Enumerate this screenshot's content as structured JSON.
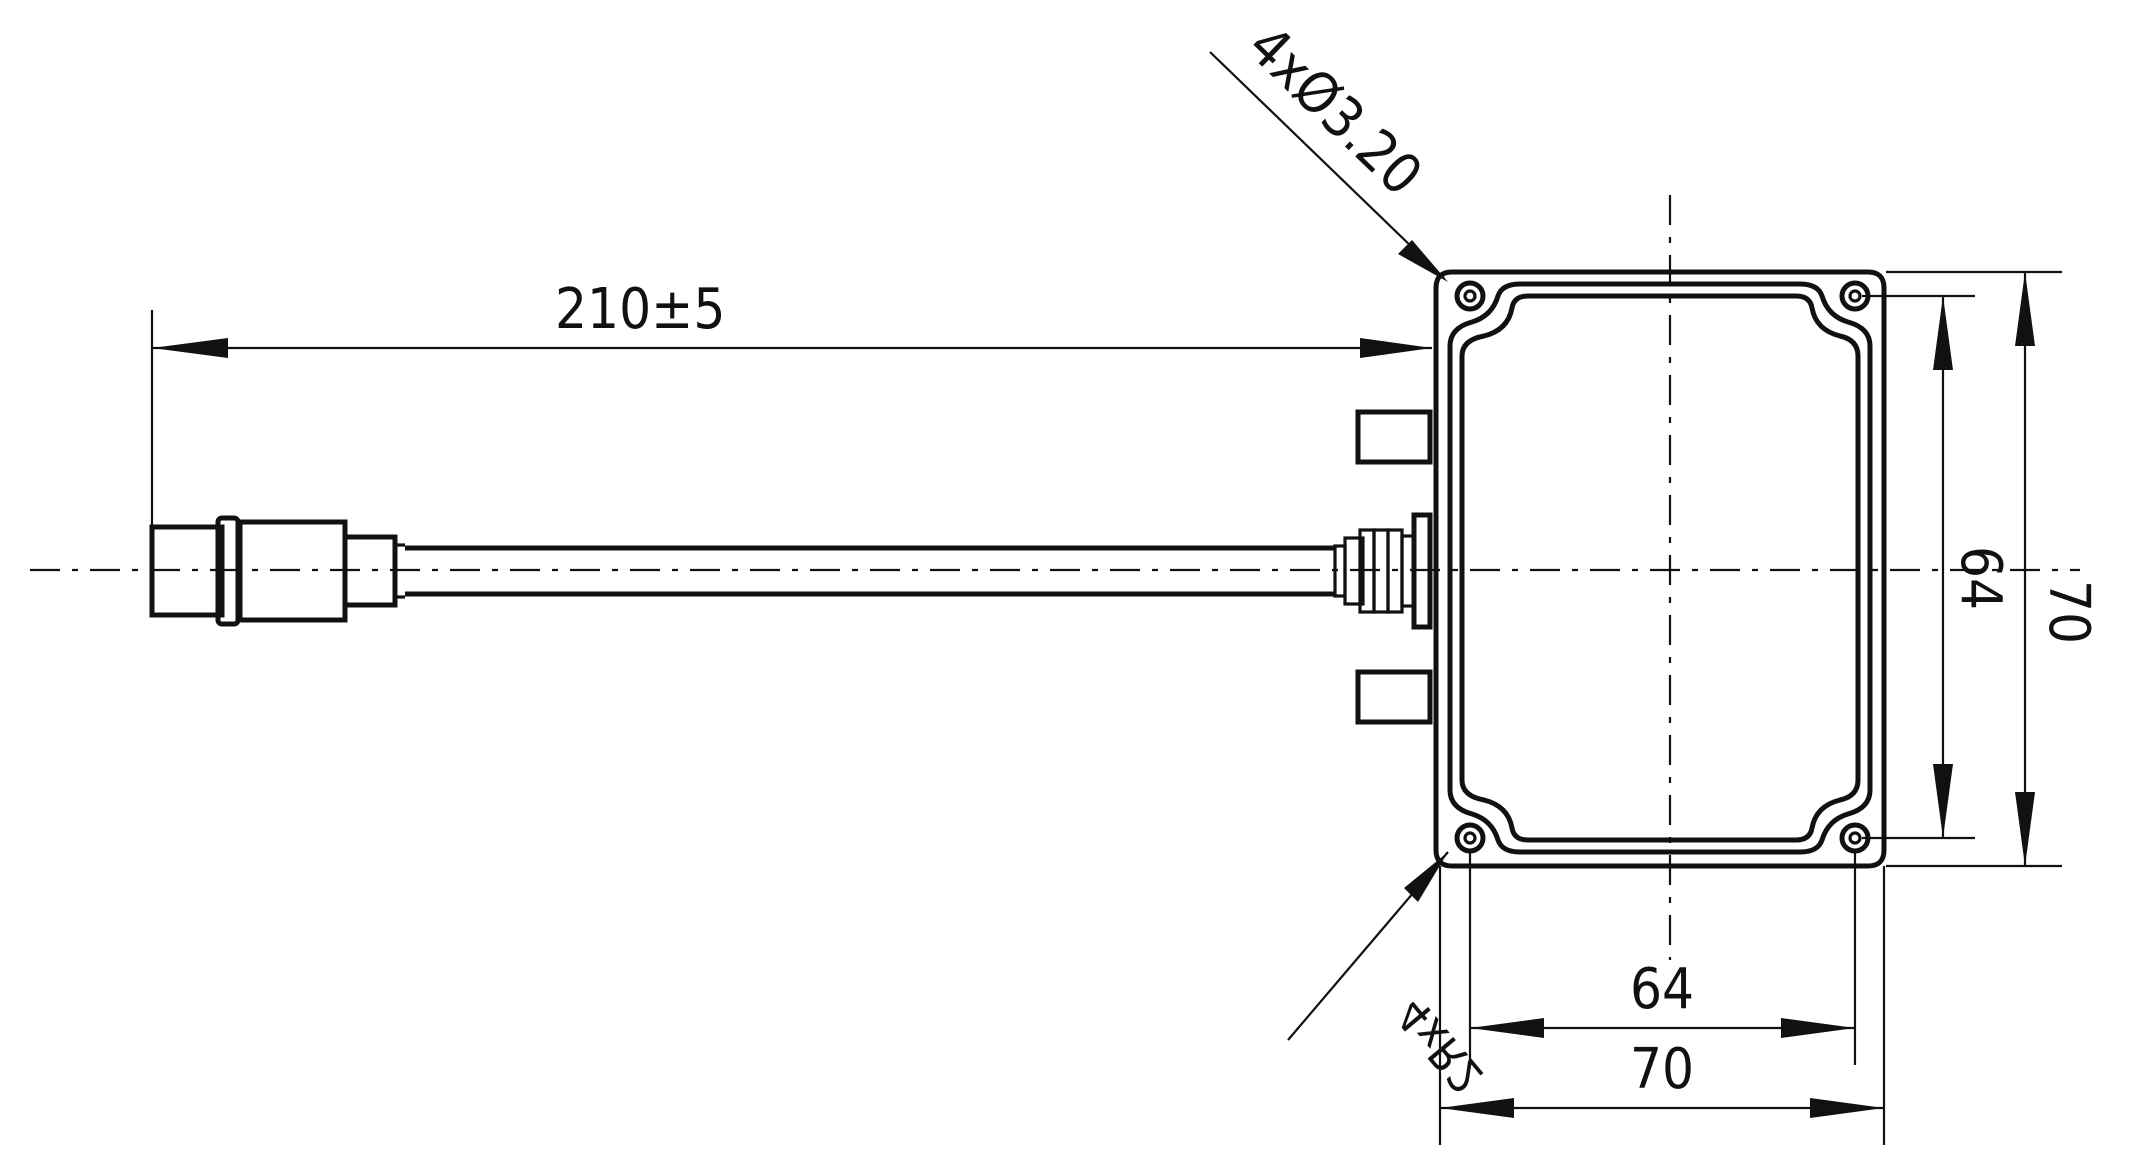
{
  "dimensions": {
    "cable_length": "210±5",
    "hole_spec": "4xØ3.20",
    "corner_radius": "4xR2",
    "inner_height": "64",
    "outer_height": "70",
    "inner_width": "64",
    "outer_width": "70"
  }
}
